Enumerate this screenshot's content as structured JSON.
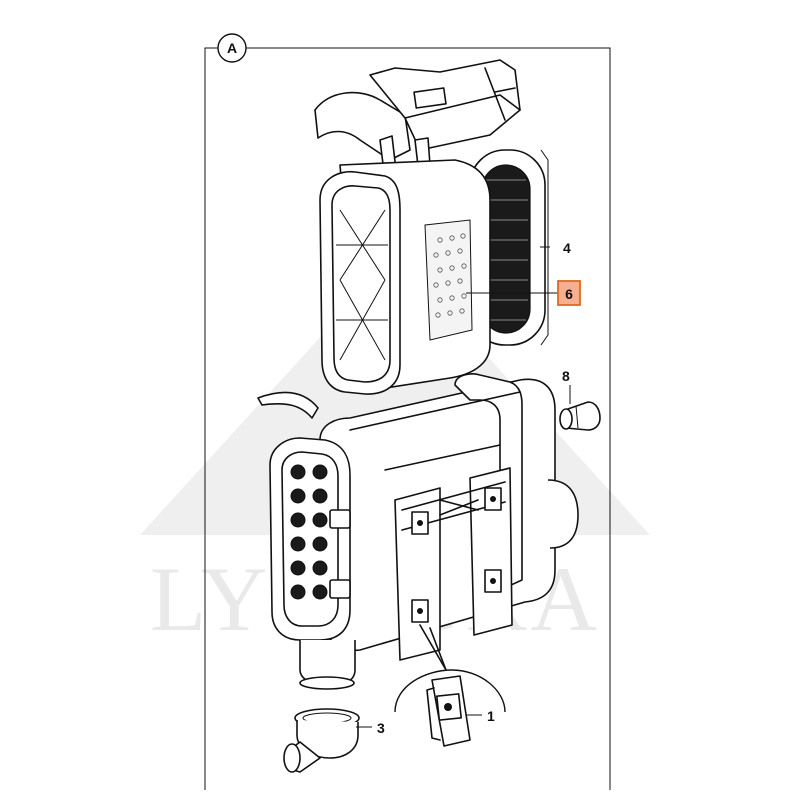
{
  "diagram": {
    "view_label": "A",
    "watermark": "LYTAGRA",
    "callouts": [
      {
        "id": "1",
        "label": "1"
      },
      {
        "id": "3",
        "label": "3"
      },
      {
        "id": "4",
        "label": "4"
      },
      {
        "id": "6",
        "label": "6",
        "highlighted": true
      },
      {
        "id": "8",
        "label": "8"
      }
    ],
    "colors": {
      "highlight_fill": "#f6b08f",
      "highlight_border": "#e06a1d",
      "line": "#111111",
      "watermark": "#e9e9e9"
    }
  }
}
